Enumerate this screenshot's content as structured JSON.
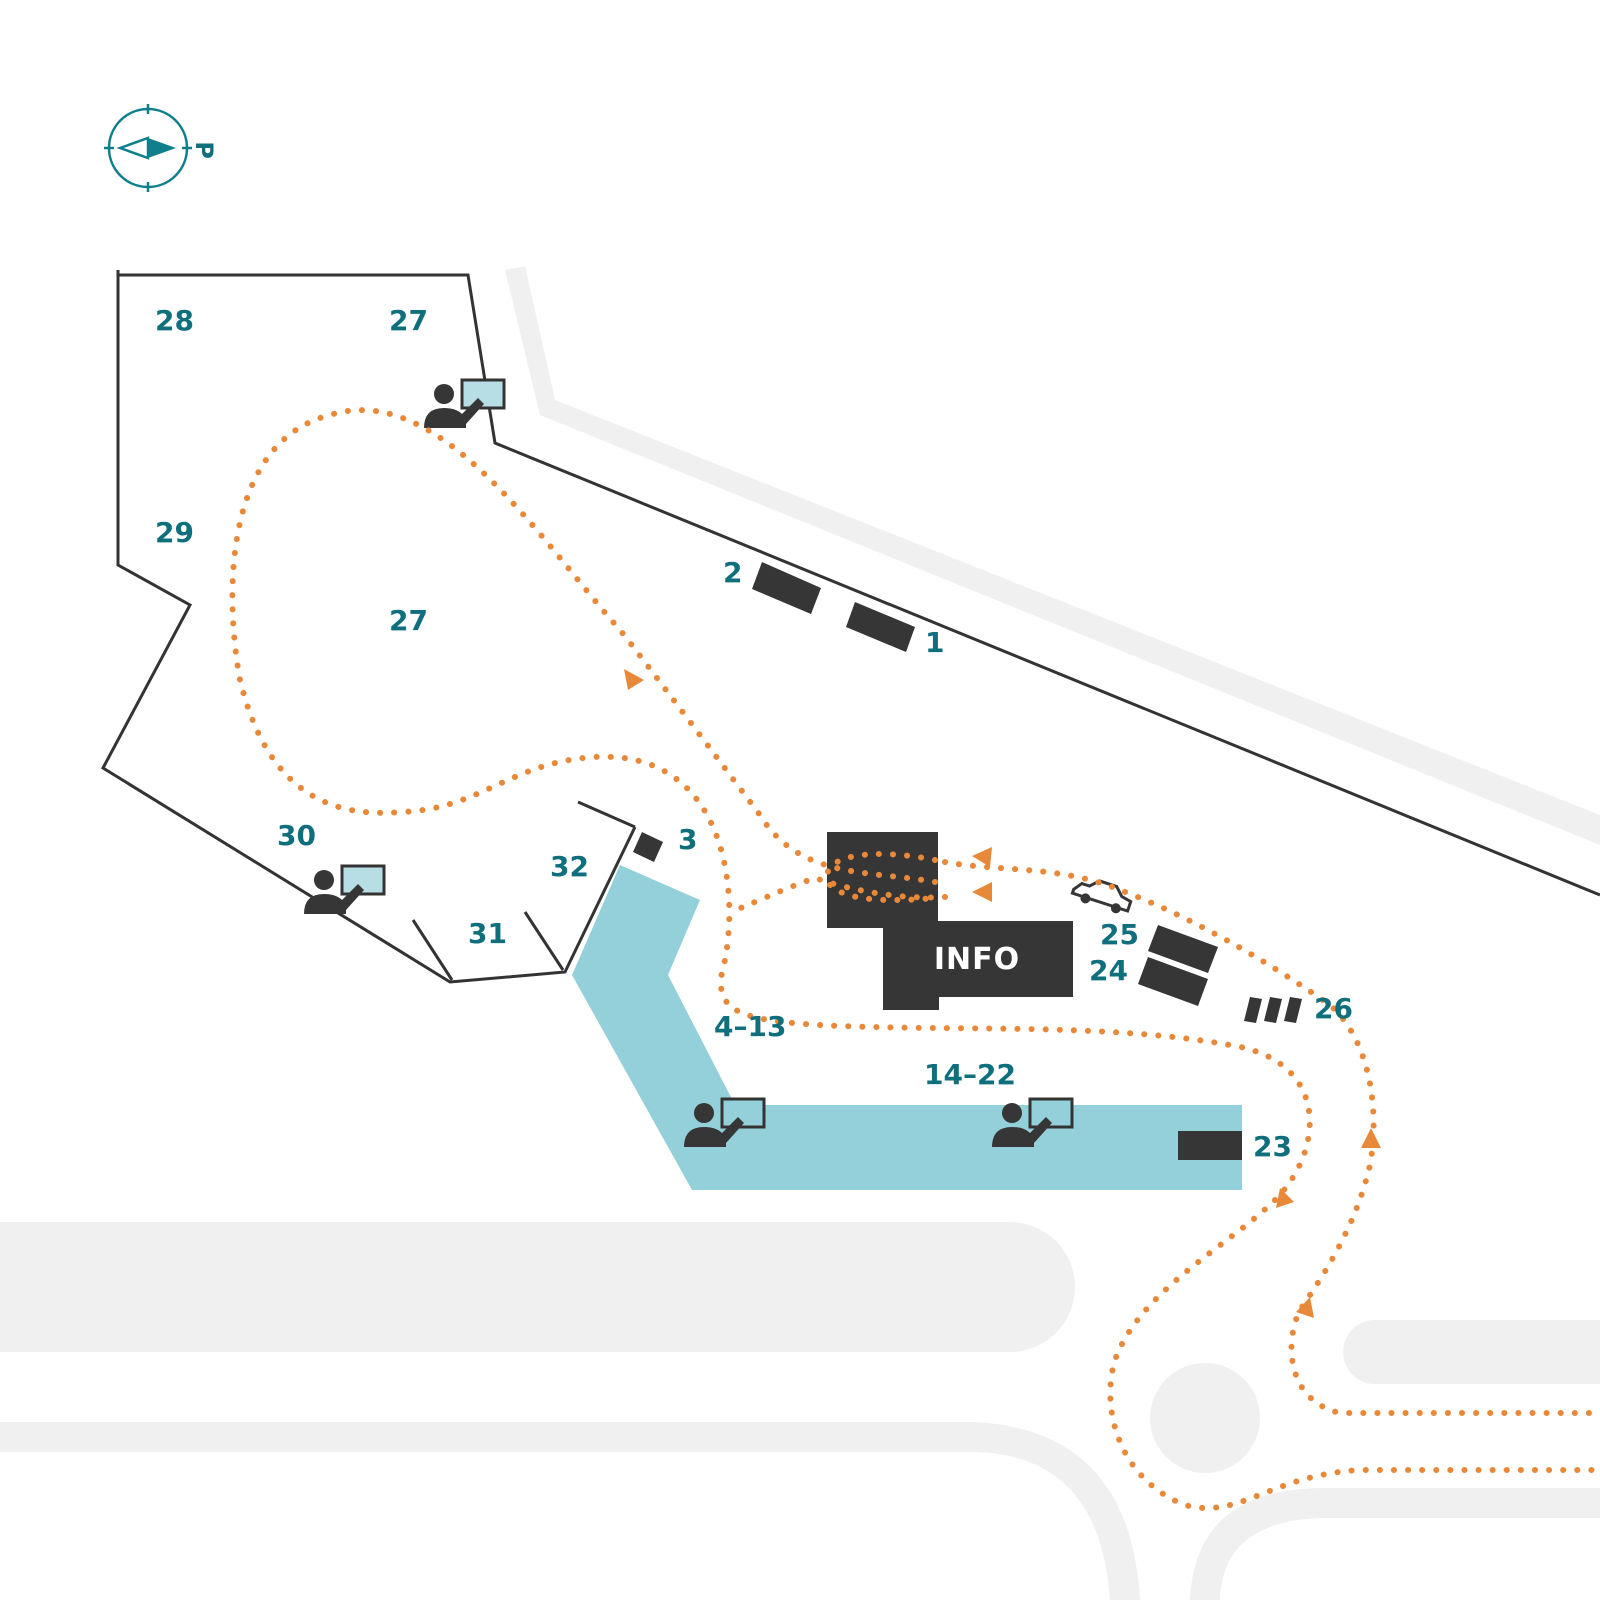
{
  "map": {
    "compass": {
      "letter": "P",
      "icon": "compass-icon"
    },
    "info_label": "INFO",
    "labels": {
      "l28": "28",
      "l27_top": "27",
      "l29": "29",
      "l27_mid": "27",
      "l2": "2",
      "l1": "1",
      "l30": "30",
      "l3": "3",
      "l32": "32",
      "l31": "31",
      "l25": "25",
      "l24": "24",
      "l26": "26",
      "l4_13": "4–13",
      "l14_22": "14–22",
      "l23": "23"
    },
    "icons": [
      "person-at-screen-icon",
      "car-icon",
      "route-arrow-icon"
    ],
    "colors": {
      "route": "#e8893a",
      "label": "#0f6f7c",
      "building": "#363636",
      "teal_zone": "#93d0da",
      "road": "#f0f0f0"
    }
  }
}
